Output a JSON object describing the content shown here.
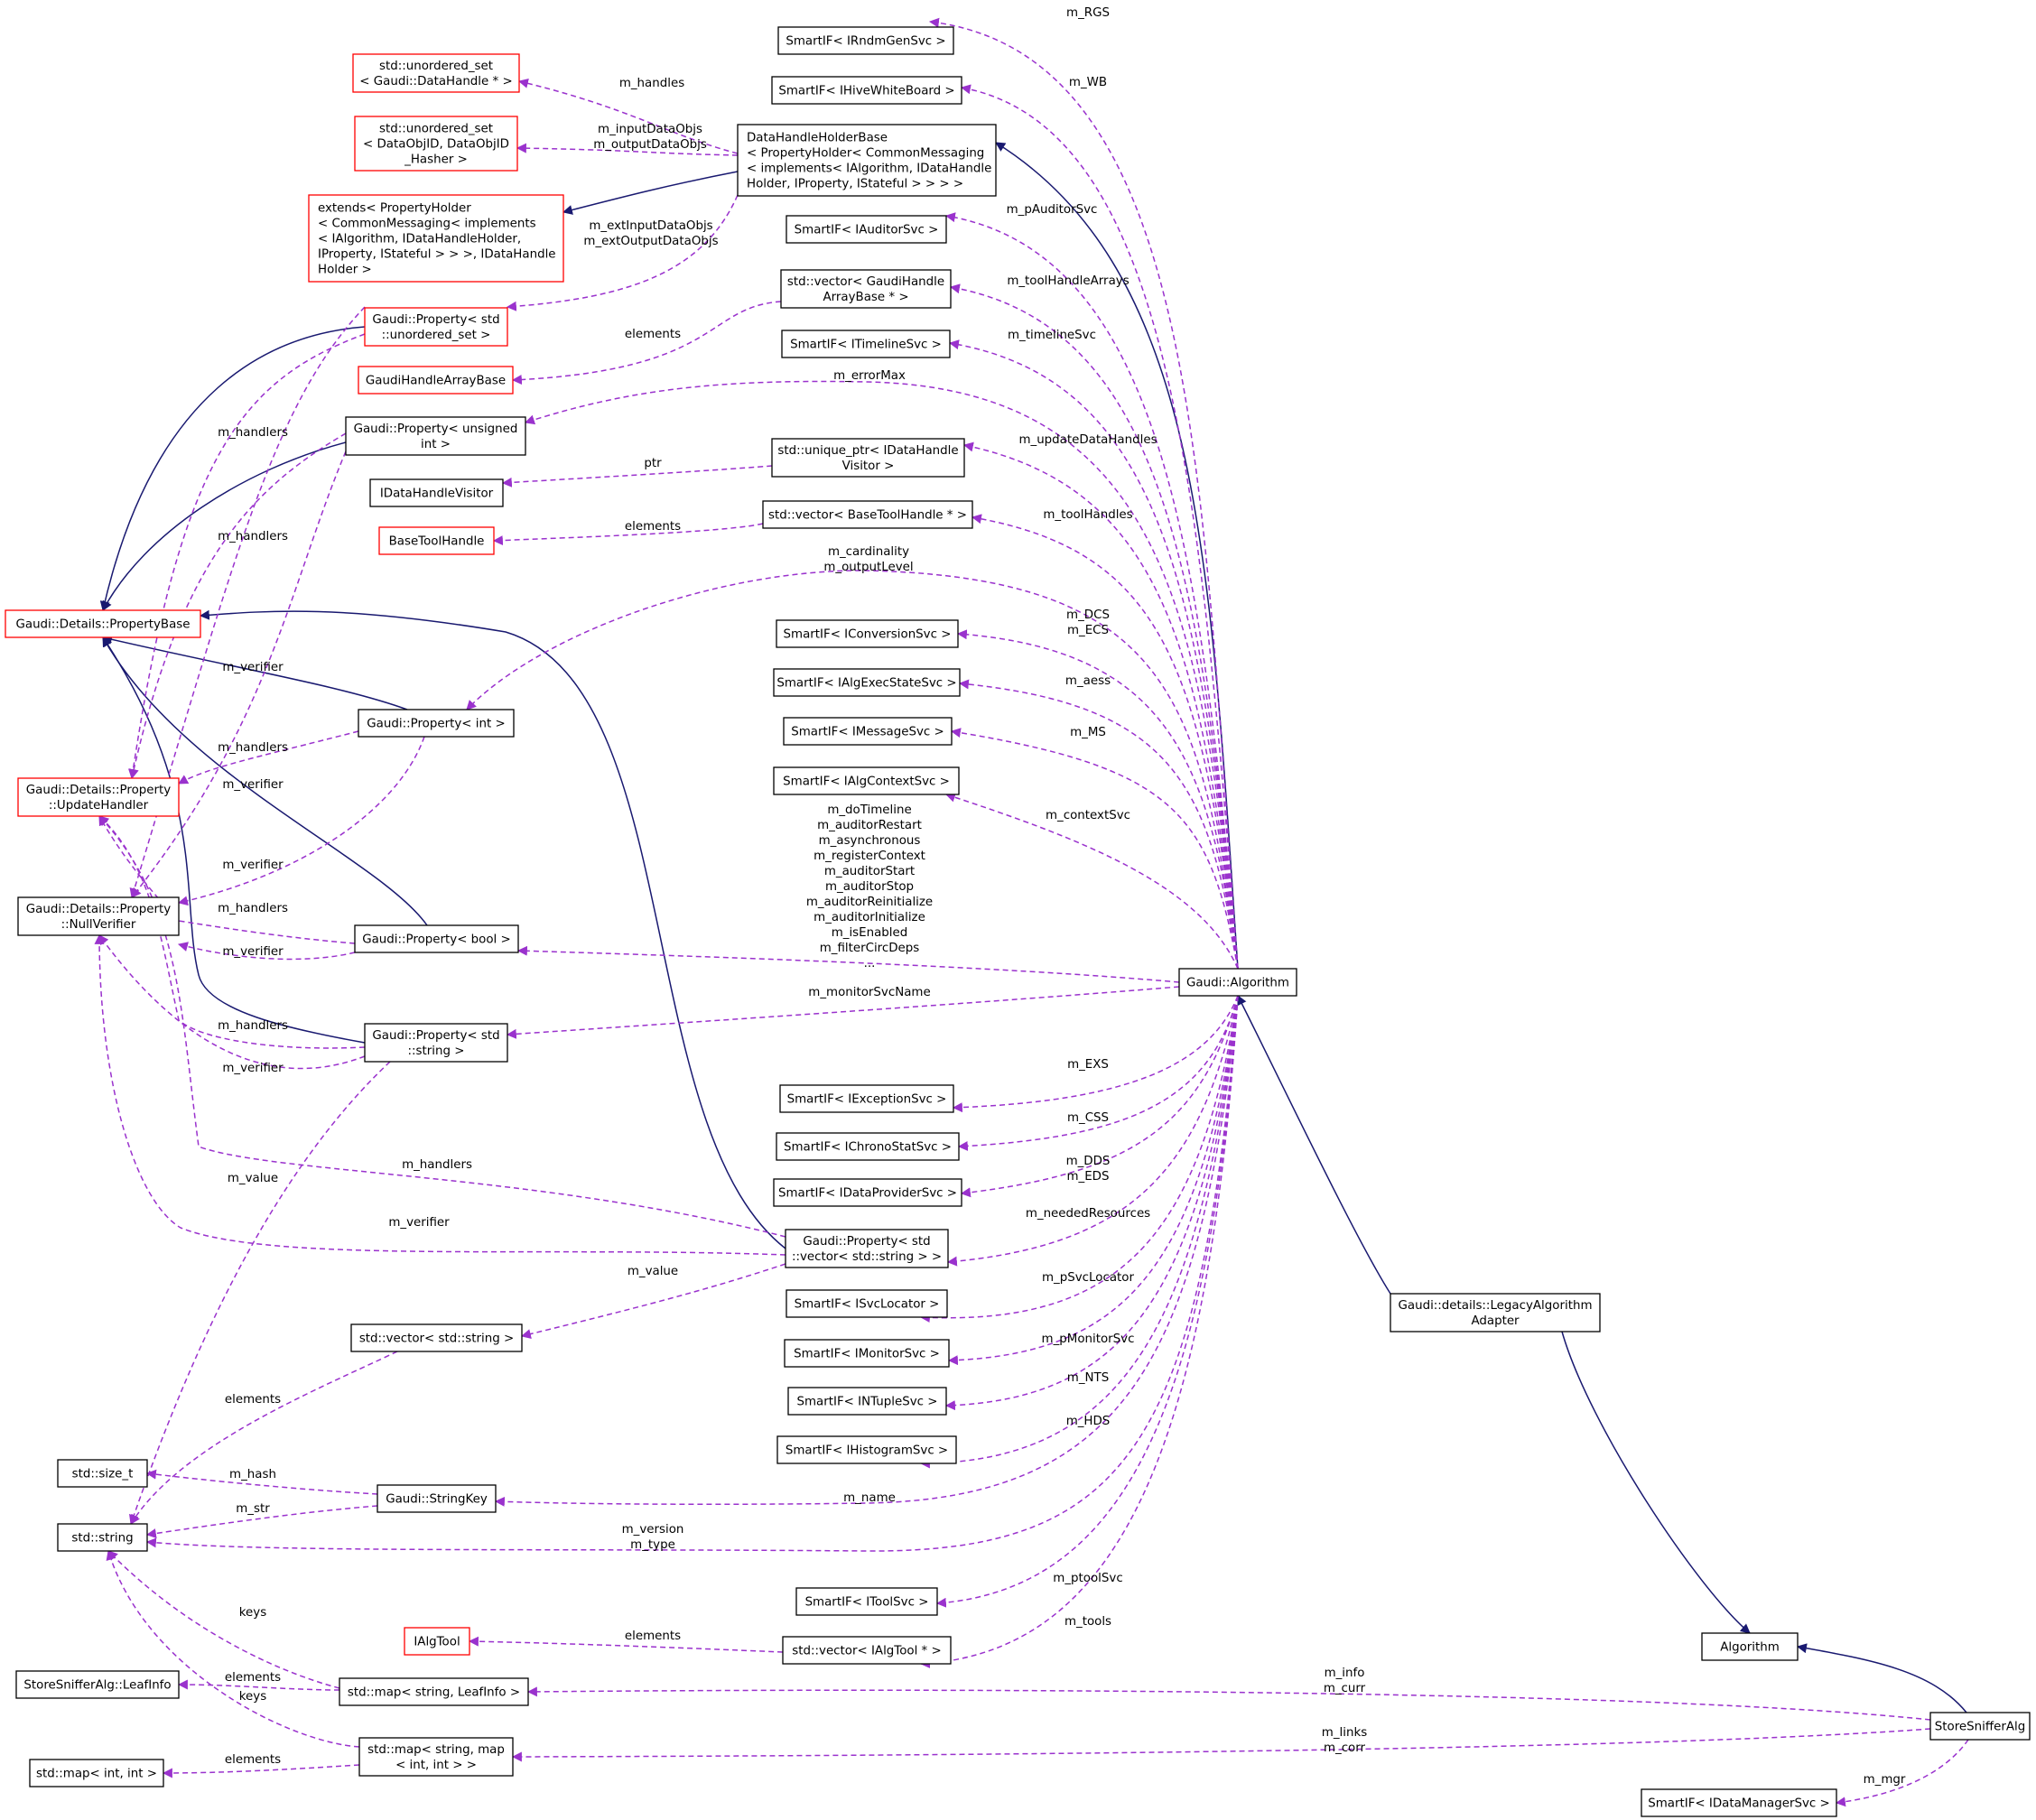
{
  "colors": {
    "inheritance": "#191970",
    "usage": "#9a32cd",
    "node_border": "#000000",
    "node_border_undocumented": "#ff0000",
    "highlight_fill": "#bfbfbf"
  },
  "nodes": [
    {
      "id": "irndm",
      "lines": [
        "SmartIF< IRndmGenSvc >"
      ],
      "border": "black"
    },
    {
      "id": "iwb",
      "lines": [
        "SmartIF< IHiveWhiteBoard >"
      ],
      "border": "black"
    },
    {
      "id": "uset_dh",
      "lines": [
        "std::unordered_set",
        "< Gaudi::DataHandle * >"
      ],
      "border": "red"
    },
    {
      "id": "uset_doid",
      "lines": [
        "std::unordered_set",
        "< DataObjID, DataObjID",
        "_Hasher >"
      ],
      "border": "red"
    },
    {
      "id": "dhhb",
      "lines": [
        "DataHandleHolderBase",
        "< PropertyHolder< CommonMessaging",
        "< implements< IAlgorithm, IDataHandle",
        "Holder, IProperty, IStateful > > > >"
      ],
      "border": "black"
    },
    {
      "id": "extends",
      "lines": [
        "extends< PropertyHolder",
        "< CommonMessaging< implements",
        "< IAlgorithm, IDataHandleHolder,",
        "IProperty, IStateful > > >, IDataHandle",
        "Holder >"
      ],
      "border": "red"
    },
    {
      "id": "iaud",
      "lines": [
        "SmartIF< IAuditorSvc >"
      ],
      "border": "black"
    },
    {
      "id": "vec_gha",
      "lines": [
        "std::vector< GaudiHandle",
        "ArrayBase * >"
      ],
      "border": "black"
    },
    {
      "id": "prop_uset",
      "lines": [
        "Gaudi::Property< std",
        "::unordered_set >"
      ],
      "border": "red"
    },
    {
      "id": "itl",
      "lines": [
        "SmartIF< ITimelineSvc >"
      ],
      "border": "black"
    },
    {
      "id": "ghab",
      "lines": [
        "GaudiHandleArrayBase"
      ],
      "border": "red"
    },
    {
      "id": "prop_uint",
      "lines": [
        "Gaudi::Property< unsigned",
        "int >"
      ],
      "border": "black"
    },
    {
      "id": "uptr",
      "lines": [
        "std::unique_ptr< IDataHandle",
        "Visitor >"
      ],
      "border": "black"
    },
    {
      "id": "idhv",
      "lines": [
        "IDataHandleVisitor"
      ],
      "border": "black"
    },
    {
      "id": "vec_bth",
      "lines": [
        "std::vector< BaseToolHandle * >"
      ],
      "border": "black"
    },
    {
      "id": "bth",
      "lines": [
        "BaseToolHandle"
      ],
      "border": "red"
    },
    {
      "id": "pbase",
      "lines": [
        "Gaudi::Details::PropertyBase"
      ],
      "border": "red"
    },
    {
      "id": "iconv",
      "lines": [
        "SmartIF< IConversionSvc >"
      ],
      "border": "black"
    },
    {
      "id": "iaes",
      "lines": [
        "SmartIF< IAlgExecStateSvc >"
      ],
      "border": "black"
    },
    {
      "id": "prop_int",
      "lines": [
        "Gaudi::Property< int >"
      ],
      "border": "black"
    },
    {
      "id": "imsg",
      "lines": [
        "SmartIF< IMessageSvc >"
      ],
      "border": "black"
    },
    {
      "id": "uh",
      "lines": [
        "Gaudi::Details::Property",
        "::UpdateHandler"
      ],
      "border": "red"
    },
    {
      "id": "iactx",
      "lines": [
        "SmartIF< IAlgContextSvc >"
      ],
      "border": "black"
    },
    {
      "id": "nv",
      "lines": [
        "Gaudi::Details::Property",
        "::NullVerifier"
      ],
      "border": "black"
    },
    {
      "id": "prop_bool",
      "lines": [
        "Gaudi::Property< bool >"
      ],
      "border": "black"
    },
    {
      "id": "galg",
      "lines": [
        "Gaudi::Algorithm"
      ],
      "border": "black"
    },
    {
      "id": "prop_str",
      "lines": [
        "Gaudi::Property< std",
        "::string >"
      ],
      "border": "black"
    },
    {
      "id": "iexc",
      "lines": [
        "SmartIF< IExceptionSvc >"
      ],
      "border": "black"
    },
    {
      "id": "ichrono",
      "lines": [
        "SmartIF< IChronoStatSvc >"
      ],
      "border": "black"
    },
    {
      "id": "idp",
      "lines": [
        "SmartIF< IDataProviderSvc >"
      ],
      "border": "black"
    },
    {
      "id": "prop_vec",
      "lines": [
        "Gaudi::Property< std",
        "::vector< std::string > >"
      ],
      "border": "black"
    },
    {
      "id": "isvcl",
      "lines": [
        "SmartIF< ISvcLocator >"
      ],
      "border": "black"
    },
    {
      "id": "lega",
      "lines": [
        "Gaudi::details::LegacyAlgorithm",
        "Adapter"
      ],
      "border": "black"
    },
    {
      "id": "vec_str",
      "lines": [
        "std::vector< std::string >"
      ],
      "border": "black"
    },
    {
      "id": "imon",
      "lines": [
        "SmartIF< IMonitorSvc >"
      ],
      "border": "black"
    },
    {
      "id": "intup",
      "lines": [
        "SmartIF< INTupleSvc >"
      ],
      "border": "black"
    },
    {
      "id": "ihist",
      "lines": [
        "SmartIF< IHistogramSvc >"
      ],
      "border": "black"
    },
    {
      "id": "sizet",
      "lines": [
        "std::size_t"
      ],
      "border": "black"
    },
    {
      "id": "skey",
      "lines": [
        "Gaudi::StringKey"
      ],
      "border": "black"
    },
    {
      "id": "string",
      "lines": [
        "std::string"
      ],
      "border": "black"
    },
    {
      "id": "itool",
      "lines": [
        "SmartIF< IToolSvc >"
      ],
      "border": "black"
    },
    {
      "id": "ialgtool",
      "lines": [
        "IAlgTool"
      ],
      "border": "red"
    },
    {
      "id": "vec_iat",
      "lines": [
        "std::vector< IAlgTool * >"
      ],
      "border": "black"
    },
    {
      "id": "alg",
      "lines": [
        "Algorithm"
      ],
      "border": "black"
    },
    {
      "id": "leafinfo",
      "lines": [
        "StoreSnifferAlg::LeafInfo"
      ],
      "border": "black"
    },
    {
      "id": "map_li",
      "lines": [
        "std::map< string, LeafInfo >"
      ],
      "border": "black"
    },
    {
      "id": "ssa",
      "lines": [
        "StoreSnifferAlg"
      ],
      "border": "black",
      "highlight": true
    },
    {
      "id": "map_ii",
      "lines": [
        "std::map< int, int >"
      ],
      "border": "black"
    },
    {
      "id": "map_sm",
      "lines": [
        "std::map< string, map",
        "< int, int > >"
      ],
      "border": "black"
    },
    {
      "id": "idm",
      "lines": [
        "SmartIF< IDataManagerSvc >"
      ],
      "border": "black"
    }
  ],
  "edge_labels": [
    {
      "id": "l_rgs",
      "lines": [
        "m_RGS"
      ]
    },
    {
      "id": "l_wb",
      "lines": [
        "m_WB"
      ]
    },
    {
      "id": "l_handles",
      "lines": [
        "m_handles"
      ]
    },
    {
      "id": "l_inout",
      "lines": [
        "m_inputDataObjs",
        "m_outputDataObjs"
      ]
    },
    {
      "id": "l_paud",
      "lines": [
        "m_pAuditorSvc"
      ]
    },
    {
      "id": "l_ext",
      "lines": [
        "m_extInputDataObjs",
        "m_extOutputDataObjs"
      ]
    },
    {
      "id": "l_tha",
      "lines": [
        "m_toolHandleArrays"
      ]
    },
    {
      "id": "l_elem1",
      "lines": [
        "elements"
      ]
    },
    {
      "id": "l_tl",
      "lines": [
        "m_timelineSvc"
      ]
    },
    {
      "id": "l_errmax",
      "lines": [
        "m_errorMax"
      ]
    },
    {
      "id": "l_h1",
      "lines": [
        "m_handlers"
      ]
    },
    {
      "id": "l_udh",
      "lines": [
        "m_updateDataHandles"
      ]
    },
    {
      "id": "l_ptr",
      "lines": [
        "ptr"
      ]
    },
    {
      "id": "l_th",
      "lines": [
        "m_toolHandles"
      ]
    },
    {
      "id": "l_elem2",
      "lines": [
        "elements"
      ]
    },
    {
      "id": "l_h2",
      "lines": [
        "m_handlers"
      ]
    },
    {
      "id": "l_card",
      "lines": [
        "m_cardinality",
        "m_outputLevel"
      ]
    },
    {
      "id": "l_dcs",
      "lines": [
        "m_DCS",
        "m_ECS"
      ]
    },
    {
      "id": "l_v1",
      "lines": [
        "m_verifier"
      ]
    },
    {
      "id": "l_aess",
      "lines": [
        "m_aess"
      ]
    },
    {
      "id": "l_h3",
      "lines": [
        "m_handlers"
      ]
    },
    {
      "id": "l_ms",
      "lines": [
        "m_MS"
      ]
    },
    {
      "id": "l_v2",
      "lines": [
        "m_verifier"
      ]
    },
    {
      "id": "l_ctx",
      "lines": [
        "m_contextSvc"
      ]
    },
    {
      "id": "l_bools",
      "lines": [
        "m_doTimeline",
        "m_auditorRestart",
        "m_asynchronous",
        "m_registerContext",
        "m_auditorStart",
        "m_auditorStop",
        "m_auditorReinitialize",
        "m_auditorInitialize",
        "m_isEnabled",
        "m_filterCircDeps",
        "..."
      ]
    },
    {
      "id": "l_v3",
      "lines": [
        "m_verifier"
      ]
    },
    {
      "id": "l_h4",
      "lines": [
        "m_handlers"
      ]
    },
    {
      "id": "l_v4",
      "lines": [
        "m_verifier"
      ]
    },
    {
      "id": "l_msn",
      "lines": [
        "m_monitorSvcName"
      ]
    },
    {
      "id": "l_h5",
      "lines": [
        "m_handlers"
      ]
    },
    {
      "id": "l_v5",
      "lines": [
        "m_verifier"
      ]
    },
    {
      "id": "l_exs",
      "lines": [
        "m_EXS"
      ]
    },
    {
      "id": "l_css",
      "lines": [
        "m_CSS"
      ]
    },
    {
      "id": "l_h6",
      "lines": [
        "m_handlers"
      ]
    },
    {
      "id": "l_dds",
      "lines": [
        "m_DDS",
        "m_EDS"
      ]
    },
    {
      "id": "l_val1",
      "lines": [
        "m_value"
      ]
    },
    {
      "id": "l_nr",
      "lines": [
        "m_neededResources"
      ]
    },
    {
      "id": "l_v6",
      "lines": [
        "m_verifier"
      ]
    },
    {
      "id": "l_val2",
      "lines": [
        "m_value"
      ]
    },
    {
      "id": "l_psl",
      "lines": [
        "m_pSvcLocator"
      ]
    },
    {
      "id": "l_pmon",
      "lines": [
        "m_pMonitorSvc"
      ]
    },
    {
      "id": "l_nts",
      "lines": [
        "m_NTS"
      ]
    },
    {
      "id": "l_elem3",
      "lines": [
        "elements"
      ]
    },
    {
      "id": "l_hds",
      "lines": [
        "m_HDS"
      ]
    },
    {
      "id": "l_hash",
      "lines": [
        "m_hash"
      ]
    },
    {
      "id": "l_name",
      "lines": [
        "m_name"
      ]
    },
    {
      "id": "l_str",
      "lines": [
        "m_str"
      ]
    },
    {
      "id": "l_vt",
      "lines": [
        "m_version",
        "m_type"
      ]
    },
    {
      "id": "l_ptool",
      "lines": [
        "m_ptoolSvc"
      ]
    },
    {
      "id": "l_keys1",
      "lines": [
        "keys"
      ]
    },
    {
      "id": "l_tools",
      "lines": [
        "m_tools"
      ]
    },
    {
      "id": "l_elem4",
      "lines": [
        "elements"
      ]
    },
    {
      "id": "l_info",
      "lines": [
        "m_info",
        "m_curr"
      ]
    },
    {
      "id": "l_elem5",
      "lines": [
        "elements"
      ]
    },
    {
      "id": "l_keys2",
      "lines": [
        "keys"
      ]
    },
    {
      "id": "l_links",
      "lines": [
        "m_links",
        "m_corr"
      ]
    },
    {
      "id": "l_elem6",
      "lines": [
        "elements"
      ]
    },
    {
      "id": "l_mgr",
      "lines": [
        "m_mgr"
      ]
    }
  ]
}
